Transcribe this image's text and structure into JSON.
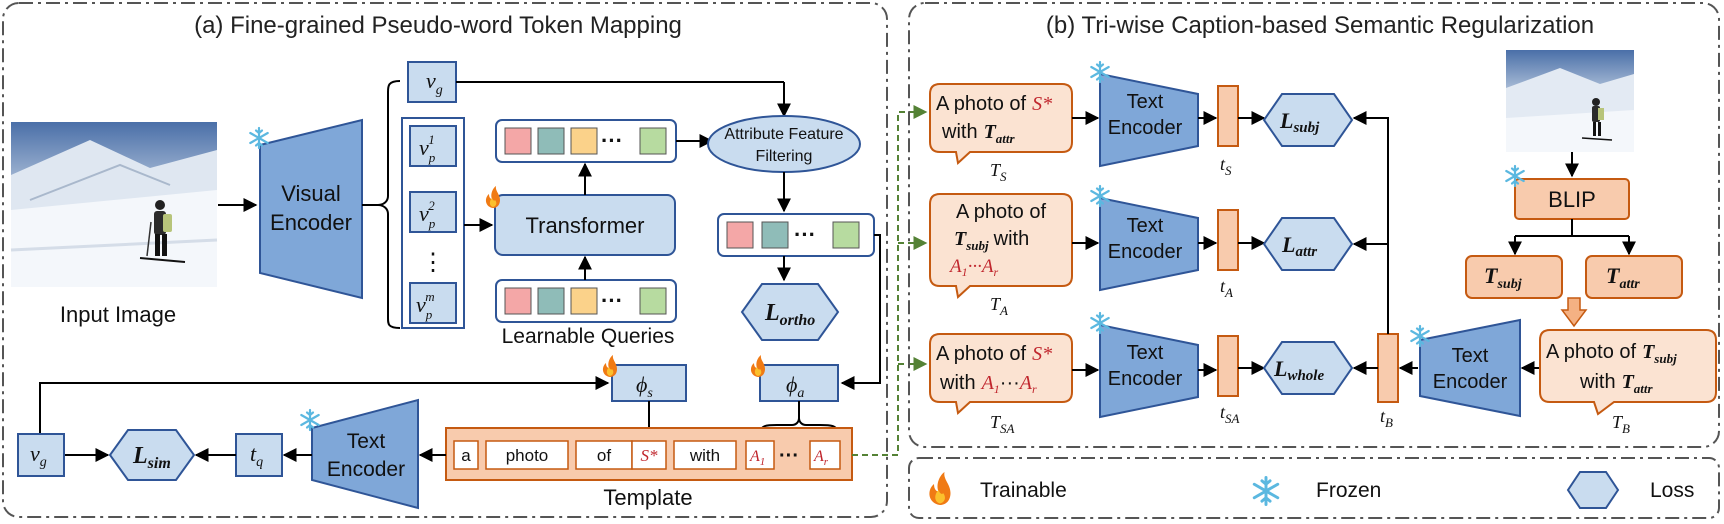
{
  "panel_a": {
    "title": "(a) Fine-grained Pseudo-word Token Mapping",
    "input_image_label": "Input Image",
    "visual_encoder_line1": "Visual",
    "visual_encoder_line2": "Encoder",
    "vg": "v",
    "vg_sub": "g",
    "vp": "v",
    "vp_sub": "p",
    "vp_sup": [
      "1",
      "2",
      "m"
    ],
    "vdots": "⋮",
    "transformer": "Transformer",
    "learnable_queries": "Learnable Queries",
    "attribute_filter_line1": "Attribute Feature",
    "attribute_filter_line2": "Filtering",
    "ellipsis": "···",
    "l_ortho_main": "L",
    "l_ortho_sub": "ortho",
    "phi": "ϕ",
    "phi_s_sub": "s",
    "phi_a_sub": "a",
    "template_label": "Template",
    "template_tokens": [
      "a",
      "photo",
      "of",
      "with"
    ],
    "s_star": "S*",
    "a_one": "A",
    "a_one_sub": "1",
    "a_r": "A",
    "a_r_sub": "r",
    "text_encoder_line1": "Text",
    "text_encoder_line2": "Encoder",
    "tq": "t",
    "tq_sub": "q",
    "l_sim_main": "L",
    "l_sim_sub": "sim"
  },
  "panel_b": {
    "title": "(b) Tri-wise Caption-based Semantic Regularization",
    "caption_s_line1": "A photo of",
    "caption_s_with": "with",
    "t_attr_main": "T",
    "t_attr_sub": "attr",
    "t_subj_main": "T",
    "t_subj_sub": "subj",
    "caption_a_line1": "A photo of",
    "caption_a_with": "with",
    "caption_a_attrs": "A",
    "caption_sa_line1": "A photo of",
    "caption_sa_with": "with",
    "caption_b_line1": "A photo of",
    "caption_b_with": "with",
    "hat_t": "T",
    "sub_s": "S",
    "sub_a": "A",
    "sub_sa": "SA",
    "sub_b": "B",
    "text_encoder_line1": "Text",
    "text_encoder_line2": "Encoder",
    "t": "t",
    "l_main": "L",
    "l_subj_sub": "subj",
    "l_attr_sub": "attr",
    "l_whole_sub": "whole",
    "blip": "BLIP"
  },
  "legend": {
    "trainable": "Trainable",
    "frozen": "Frozen",
    "loss": "Loss"
  },
  "colors": {
    "blue_fill": "#c9dcef",
    "blue_stroke": "#2f5597",
    "orange_fill": "#fbe3d2",
    "orange_stroke": "#c55a11",
    "snow": "#5bb8e0",
    "fire": "#f07a14",
    "red_text": "#c0262d",
    "green_dash": "#548235"
  }
}
